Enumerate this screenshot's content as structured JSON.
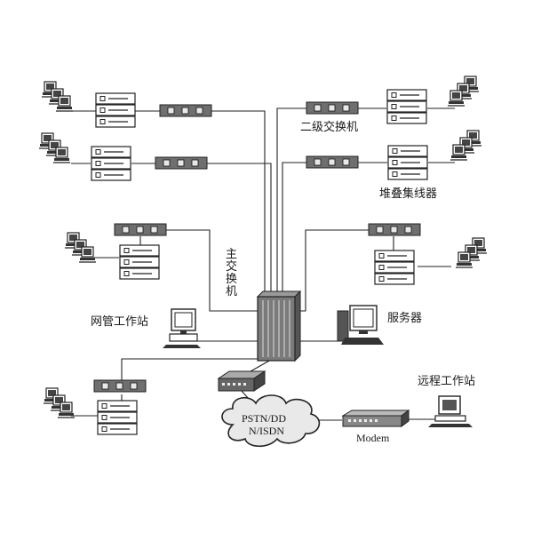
{
  "diagram": {
    "labels": {
      "secondary_switch": "二级交换机",
      "stacked_hub": "堆叠集线器",
      "main_switch": [
        "主",
        "交",
        "换",
        "机"
      ],
      "nms_station": "网管工作站",
      "server": "服务器",
      "remote_station": "远程工作站",
      "cloud_line1": "PSTN/DD",
      "cloud_line2": "N/ISDN",
      "modem": "Modem"
    },
    "icons": [
      "workstation-cluster-icon",
      "hub-stack-icon",
      "switch-icon",
      "main-switch-icon",
      "pc-icon",
      "server-icon",
      "cloud-icon",
      "modem-icon",
      "router-icon"
    ],
    "colors": {
      "line": "#222222",
      "device_fill": "#777777",
      "port_fill": "#e8e8e8"
    }
  }
}
